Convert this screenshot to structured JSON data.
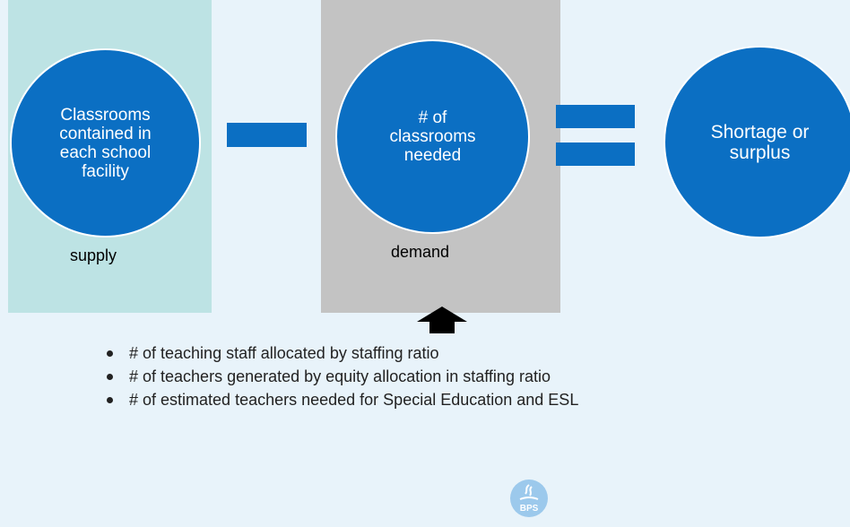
{
  "diagram": {
    "supply": {
      "circle_text": "Classrooms\ncontained in\neach school\nfacility",
      "label": "supply"
    },
    "demand": {
      "circle_text": "# of\nclassrooms\nneeded",
      "label": "demand"
    },
    "result": {
      "circle_text": "Shortage or\nsurplus"
    },
    "operators": {
      "between_supply_demand": "minus",
      "before_result": "equals"
    }
  },
  "demand_factors": [
    "# of teaching staff allocated by staffing ratio",
    "# of teachers generated by equity allocation in staffing ratio",
    "# of estimated teachers needed for Special Education and ESL"
  ],
  "logo": {
    "text": "BPS"
  },
  "colors": {
    "background": "#e8f3fa",
    "supply_panel": "#bde3e4",
    "demand_panel": "#c3c3c3",
    "circle_fill": "#0b6fc3",
    "operator": "#0b6fc3"
  }
}
